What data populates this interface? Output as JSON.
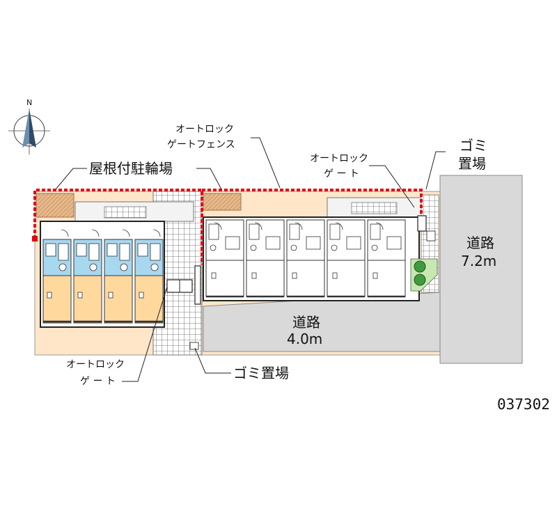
{
  "north": {
    "letter": "N"
  },
  "labels": {
    "bicycle_parking": "屋根付駐輪場",
    "autolock_fence_line1": "オートロック",
    "autolock_fence_line2": "ゲートフェンス",
    "autolock_gate_top_line1": "オートロック",
    "autolock_gate_top_line2": "ゲ ー ト",
    "garbage_top_line1": "ゴミ",
    "garbage_top_line2": "置場",
    "autolock_gate_bottom_line1": "オートロック",
    "autolock_gate_bottom_line2": "ゲ ー ト",
    "garbage_bottom": "ゴミ置場"
  },
  "roads": {
    "main_name": "道路",
    "main_width": "4.0m",
    "side_name": "道路",
    "side_width": "7.2m"
  },
  "property_id": "037302",
  "colors": {
    "fence": "#e60012",
    "road": "#d9d9d9",
    "paving": "#ffe6c9",
    "unit_floor": "#ffd89e",
    "bath": "#a8d8ef",
    "shrub": "#3f9b3f",
    "bike_roof": "#e7b98a"
  }
}
